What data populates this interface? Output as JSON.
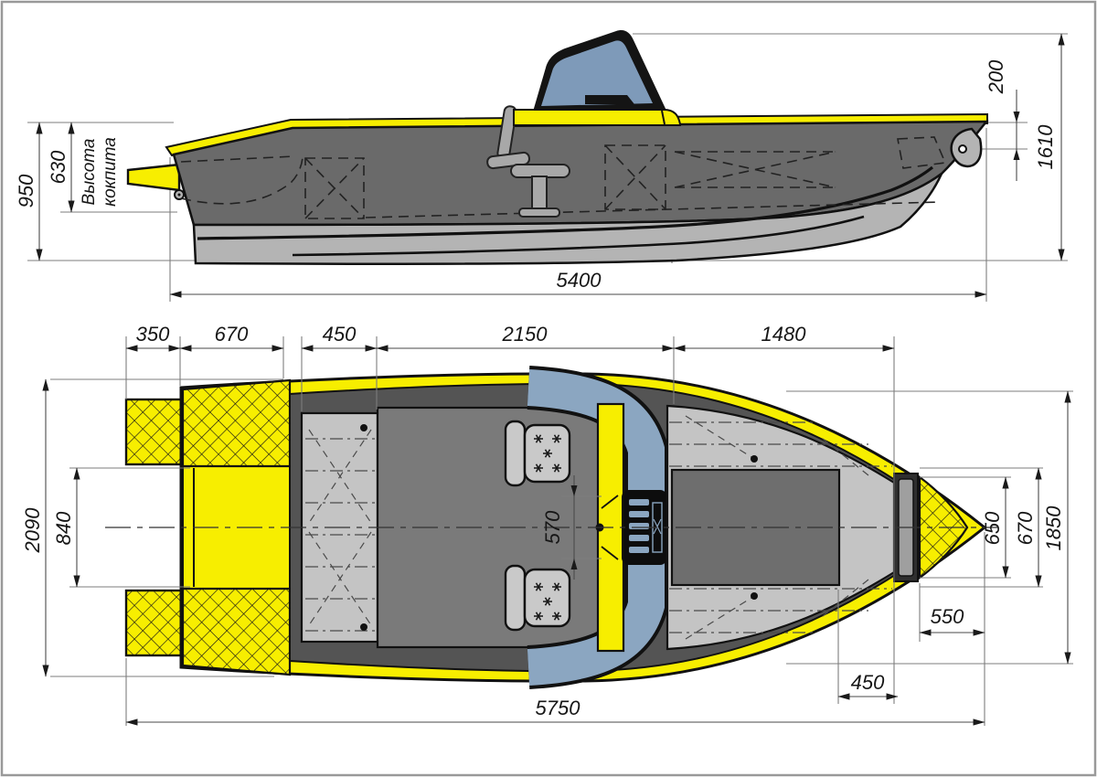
{
  "document": {
    "type": "technical drawing",
    "subject": "boat general-arrangement blueprint, side view and plan view"
  },
  "side_view": {
    "dimensions": {
      "height_overall": "950",
      "cockpit_height": "630",
      "cockpit_caption_line1": "Высота",
      "cockpit_caption_line2": "кокпита",
      "stem_drop": "200",
      "height_with_windshield": "1610",
      "hull_length": "5400"
    }
  },
  "top_view": {
    "dimensions": {
      "swim_platform_length": "350",
      "motor_well_length": "670",
      "aft_bench_depth": "450",
      "cockpit_length": "2150",
      "foredeck_length": "1480",
      "beam_overall": "2090",
      "motor_well_width": "840",
      "walkthrough_width": "570",
      "bow_hatch_width": "650",
      "bow_deck_width": "670",
      "bow_beam": "1850",
      "bow_tip_length": "550",
      "hatch_offset": "450",
      "overall_length": "5750"
    }
  },
  "colors": {
    "hull_accent_yellow": "#f7ee00",
    "hull_dark_gray": "#6a6a6a",
    "hull_light_gray": "#b4b4b4",
    "deck_light_gray": "#c4c4c4",
    "glass_blue": "#7e9ab9",
    "glass_blue_plan": "#8ba6c1",
    "line_black": "#111111",
    "frame_gray": "#999999"
  }
}
